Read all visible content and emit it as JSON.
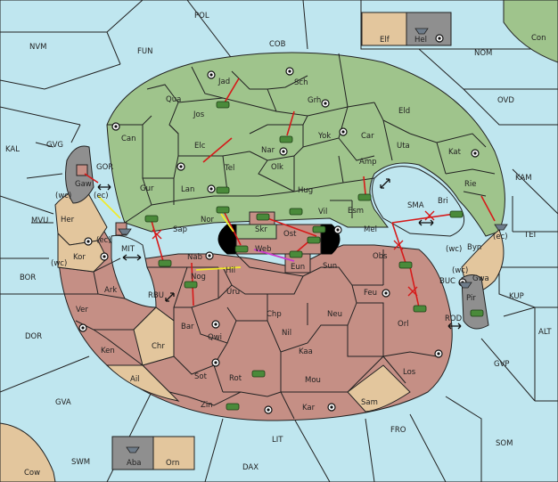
{
  "map": {
    "provinces": {
      "POL": "POL",
      "NVM": "NVM",
      "FUN": "FUN",
      "COB": "COB",
      "NOM": "NOM",
      "Con": "Con",
      "Elf": "Elf",
      "Hel": "Hel",
      "OVD": "OVD",
      "KAL": "KAL",
      "GVG": "GVG",
      "KAM": "KAM",
      "TEI": "TEI",
      "MVU": "MVU",
      "BOR": "BOR",
      "DOR": "DOR",
      "GVA": "GVA",
      "SWM": "SWM",
      "Cow": "Cow",
      "Aba": "Aba",
      "Orn": "Orn",
      "LIT": "LIT",
      "DAX": "DAX",
      "FRO": "FRO",
      "SOM": "SOM",
      "GVP": "GVP",
      "ALT": "ALT",
      "KUP": "KUP",
      "BUC": "BUC",
      "ROD": "ROD",
      "Pir": "Pir",
      "Gwa": "Gwa",
      "Byn": "Byn",
      "Jad": "Jad",
      "Sch": "Sch",
      "Qua": "Qua",
      "Jos": "Jos",
      "Grh": "Grh",
      "Eld": "Eld",
      "Can": "Can",
      "Yok": "Yok",
      "Car": "Car",
      "Uta": "Uta",
      "Kat": "Kat",
      "Elc": "Elc",
      "Nar": "Nar",
      "Olk": "Olk",
      "Tel": "Tel",
      "Amp": "Amp",
      "Rie": "Rie",
      "Gur": "Gur",
      "Lan": "Lan",
      "Hug": "Hug",
      "Bri": "Bri",
      "Esm": "Esm",
      "SMA": "SMA",
      "Vil": "Vil",
      "Nor": "Nor",
      "Skr": "Skr",
      "Ost": "Ost",
      "Web": "Web",
      "Mel": "Mel",
      "Sap": "Sap",
      "Nab": "Nab",
      "Eun": "Eun",
      "Sun": "Sun",
      "Obs": "Obs",
      "Hil": "Hil",
      "Nog": "Nog",
      "Uru": "Uru",
      "Feu": "Feu",
      "GOR": "GOR",
      "Gaw": "Gaw",
      "Her": "Her",
      "MIT": "MIT",
      "Kor": "Kor",
      "Ark": "Ark",
      "RBU": "RBU",
      "Ver": "Ver",
      "Bar": "Bar",
      "Qwi": "Qwi",
      "Chp": "Chp",
      "Neu": "Neu",
      "Nil": "Nil",
      "Orl": "Orl",
      "Ken": "Ken",
      "Chr": "Chr",
      "Kaa": "Kaa",
      "Ail": "Ail",
      "Sot": "Sot",
      "Rot": "Rot",
      "Mou": "Mou",
      "Los": "Los",
      "Sam": "Sam",
      "Zin": "Zin",
      "Kar": "Kar"
    },
    "coast_labels": {
      "wc1": "(wc)",
      "ec1": "(ec)",
      "wc2": "(wc)",
      "ec2": "(ec)",
      "wc3": "(wc)",
      "wc4": "(wc)",
      "ec3": "(ec)"
    },
    "colors": {
      "sea": "#bfe6ef",
      "green_power": "#9fc48c",
      "red_power": "#c58f85",
      "neutral_land": "#e3c69d",
      "impassable": "#8f8f8f",
      "order_move": "#d61a1a",
      "order_support": "#f1ea2b",
      "order_convoy": "#c83acb"
    },
    "unit_icon": "tank-icon",
    "fleet_icon": "ship-icon",
    "supply_center_icon": "supply-center-icon"
  }
}
